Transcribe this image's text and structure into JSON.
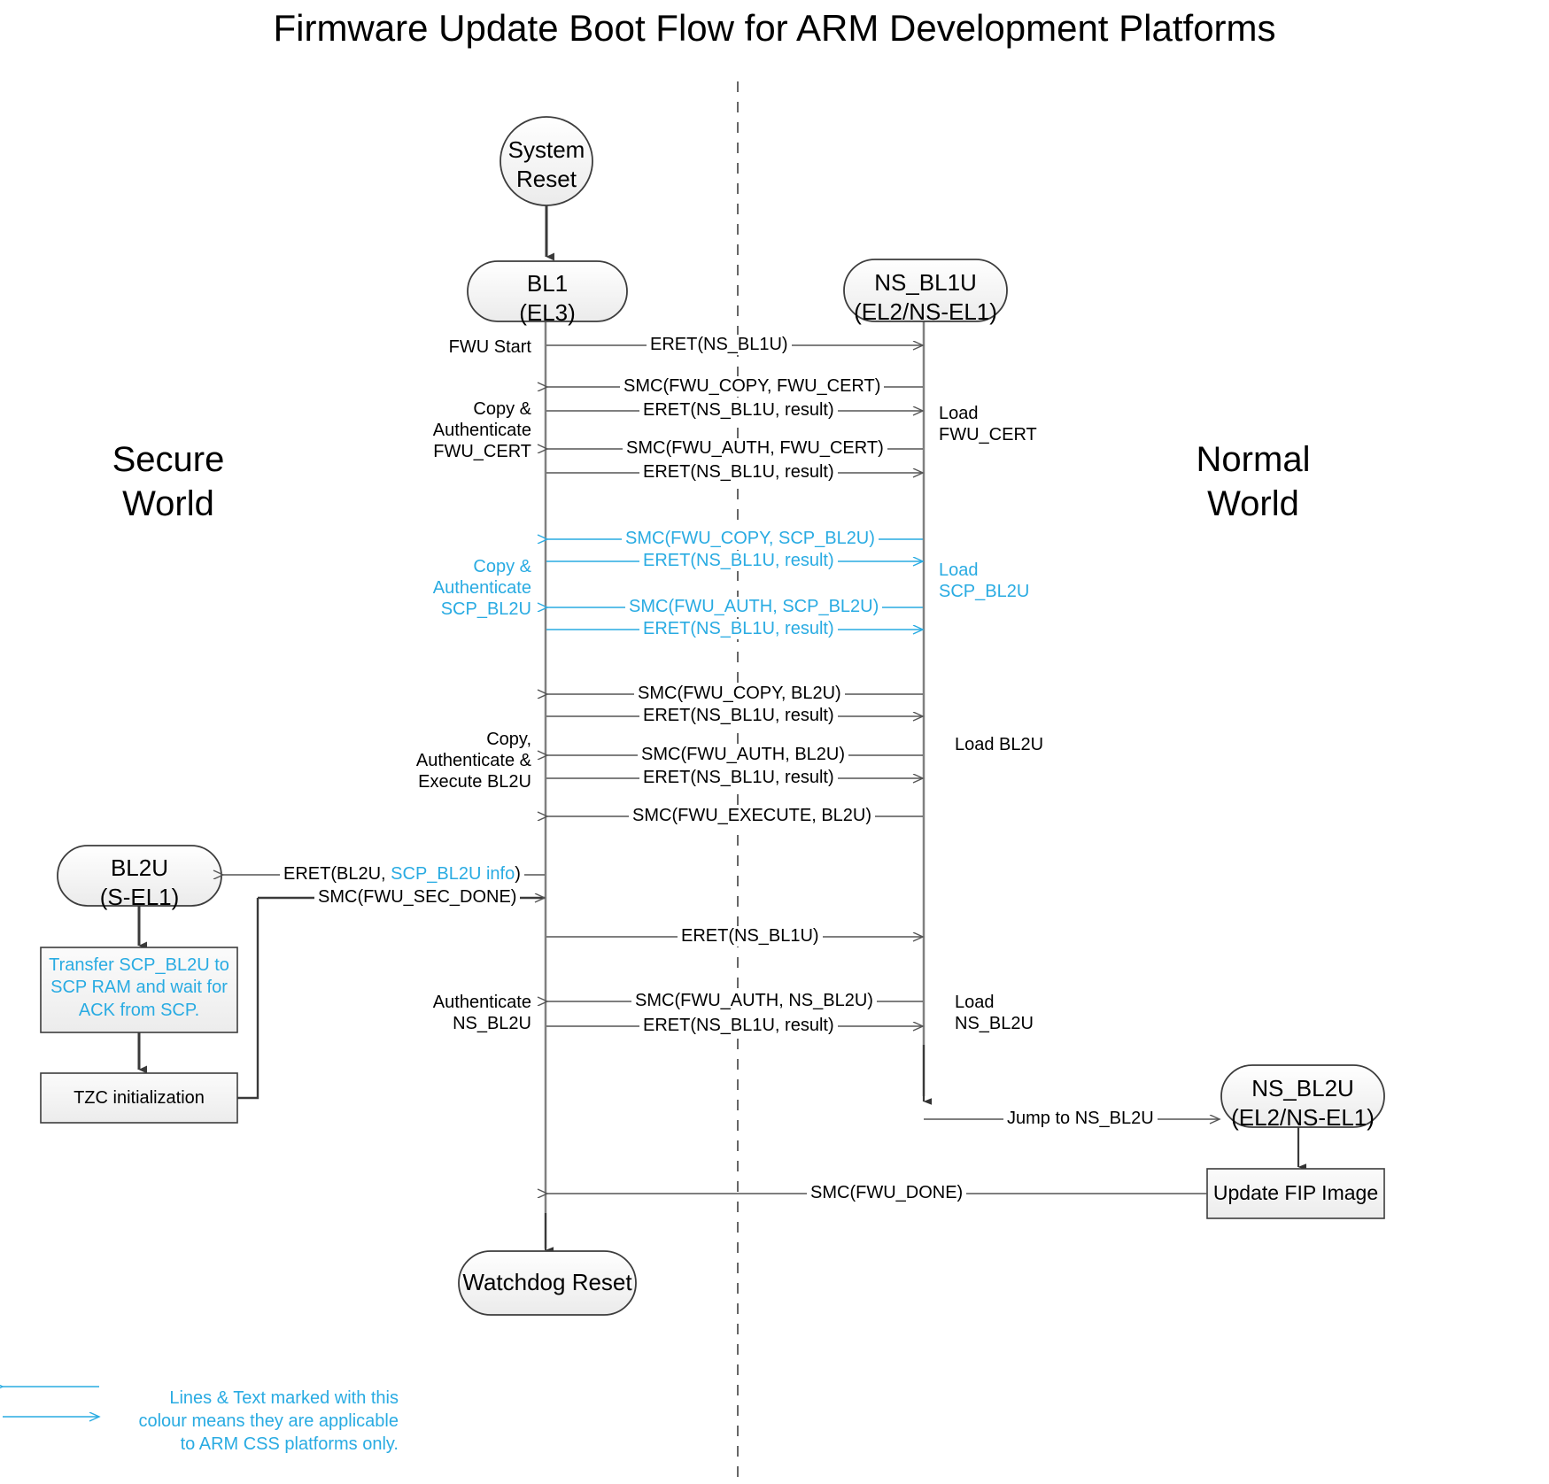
{
  "title": "Firmware Update Boot Flow for ARM Development Platforms",
  "colors": {
    "css_accent": "#29abe2",
    "line": "#404040",
    "node_fill": "#f2f2f2",
    "text": "#000000"
  },
  "worlds": {
    "secure": "Secure\nWorld",
    "normal": "Normal\nWorld"
  },
  "nodes": {
    "system_reset": "System\nReset",
    "bl1": "BL1\n(EL3)",
    "ns_bl1u": "NS_BL1U\n(EL2/NS-EL1)",
    "bl2u": "BL2U\n(S-EL1)",
    "ns_bl2u": "NS_BL2U\n(EL2/NS-EL1)",
    "watchdog_reset": "Watchdog Reset"
  },
  "process_boxes": {
    "transfer_scp": "Transfer SCP_BL2U to\nSCP RAM and wait for\nACK from SCP.",
    "tzc_init": "TZC initialization",
    "update_fip": "Update FIP Image"
  },
  "left_annotations": [
    {
      "id": "fwu-start",
      "text": "FWU Start",
      "css": false
    },
    {
      "id": "copy-auth-fwu-cert",
      "text": "Copy &\nAuthenticate\nFWU_CERT",
      "css": false
    },
    {
      "id": "copy-auth-scp-bl2u",
      "text": "Copy &\nAuthenticate\nSCP_BL2U",
      "css": true
    },
    {
      "id": "copy-auth-exec-bl2u",
      "text": "Copy,\nAuthenticate &\nExecute BL2U",
      "css": false
    },
    {
      "id": "authenticate-ns-bl2u",
      "text": "Authenticate\nNS_BL2U",
      "css": false
    }
  ],
  "right_annotations": [
    {
      "id": "load-fwu-cert",
      "text": "Load\nFWU_CERT",
      "css": false
    },
    {
      "id": "load-scp-bl2u",
      "text": "Load\nSCP_BL2U",
      "css": true
    },
    {
      "id": "load-bl2u",
      "text": "Load BL2U",
      "css": false
    },
    {
      "id": "load-ns-bl2u",
      "text": "Load\nNS_BL2U",
      "css": false
    }
  ],
  "messages": [
    {
      "id": "m1",
      "text": "ERET(NS_BL1U)",
      "direction": "right",
      "css": false
    },
    {
      "id": "m2",
      "text": "SMC(FWU_COPY, FWU_CERT)",
      "direction": "left",
      "css": false
    },
    {
      "id": "m3",
      "text": "ERET(NS_BL1U, result)",
      "direction": "right",
      "css": false
    },
    {
      "id": "m4",
      "text": "SMC(FWU_AUTH, FWU_CERT)",
      "direction": "left",
      "css": false
    },
    {
      "id": "m5",
      "text": "ERET(NS_BL1U, result)",
      "direction": "right",
      "css": false
    },
    {
      "id": "m6",
      "text": "SMC(FWU_COPY, SCP_BL2U)",
      "direction": "left",
      "css": true
    },
    {
      "id": "m7",
      "text": "ERET(NS_BL1U, result)",
      "direction": "right",
      "css": true
    },
    {
      "id": "m8",
      "text": "SMC(FWU_AUTH, SCP_BL2U)",
      "direction": "left",
      "css": true
    },
    {
      "id": "m9",
      "text": "ERET(NS_BL1U, result)",
      "direction": "right",
      "css": true
    },
    {
      "id": "m10",
      "text": "SMC(FWU_COPY, BL2U)",
      "direction": "left",
      "css": false
    },
    {
      "id": "m11",
      "text": "ERET(NS_BL1U, result)",
      "direction": "right",
      "css": false
    },
    {
      "id": "m12",
      "text": "SMC(FWU_AUTH, BL2U)",
      "direction": "left",
      "css": false
    },
    {
      "id": "m13",
      "text": "ERET(NS_BL1U, result)",
      "direction": "right",
      "css": false
    },
    {
      "id": "m14",
      "text": "SMC(FWU_EXECUTE, BL2U)",
      "direction": "left",
      "css": false
    },
    {
      "id": "m15",
      "text": "SMC(FWU_SEC_DONE)",
      "direction": "right",
      "css": false
    },
    {
      "id": "m16",
      "text": "ERET(NS_BL1U)",
      "direction": "right",
      "css": false
    },
    {
      "id": "m17",
      "text": "SMC(FWU_AUTH, NS_BL2U)",
      "direction": "left",
      "css": false
    },
    {
      "id": "m18",
      "text": "ERET(NS_BL1U, result)",
      "direction": "right",
      "css": false
    },
    {
      "id": "m19",
      "text": "Jump to NS_BL2U",
      "direction": "right",
      "css": false
    },
    {
      "id": "m20",
      "text": "SMC(FWU_DONE)",
      "direction": "left",
      "css": false
    }
  ],
  "eret_bl2u": {
    "prefix": "ERET(BL2U, ",
    "css_part": "SCP_BL2U info",
    "suffix": ")"
  },
  "legend": {
    "note": "Lines & Text marked with this\ncolour means they are applicable\nto ARM CSS platforms only."
  }
}
